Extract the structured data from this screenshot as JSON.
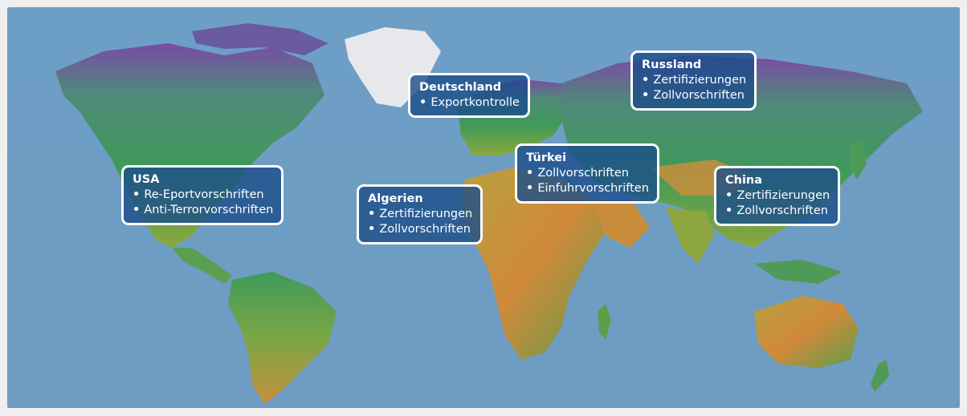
{
  "colors": {
    "ocean": "#6f9fc6",
    "box_fill": "#1c4e8a",
    "box_border": "#ffffff",
    "land_low": "#3f9a5a",
    "land_mid": "#9aa63a",
    "land_high": "#c88e3c",
    "ice": "#e6e8ec",
    "mountain": "#7a4aa6"
  },
  "regions": [
    {
      "id": "usa",
      "title": "USA",
      "items": [
        "Re-Eportvorschriften",
        "Anti-Terrorvorschriften"
      ]
    },
    {
      "id": "deutschland",
      "title": "Deutschland",
      "items": [
        "Exportkontrolle"
      ]
    },
    {
      "id": "russland",
      "title": "Russland",
      "items": [
        "Zertifizierungen",
        "Zollvorschriften"
      ]
    },
    {
      "id": "algerien",
      "title": "Algerien",
      "items": [
        "Zertifizierungen",
        "Zollvorschriften"
      ]
    },
    {
      "id": "tuerkei",
      "title": "Türkei",
      "items": [
        "Zollvorschriften",
        "Einfuhrvorschriften"
      ]
    },
    {
      "id": "china",
      "title": "China",
      "items": [
        "Zertifizierungen",
        "Zollvorschriften"
      ]
    }
  ]
}
